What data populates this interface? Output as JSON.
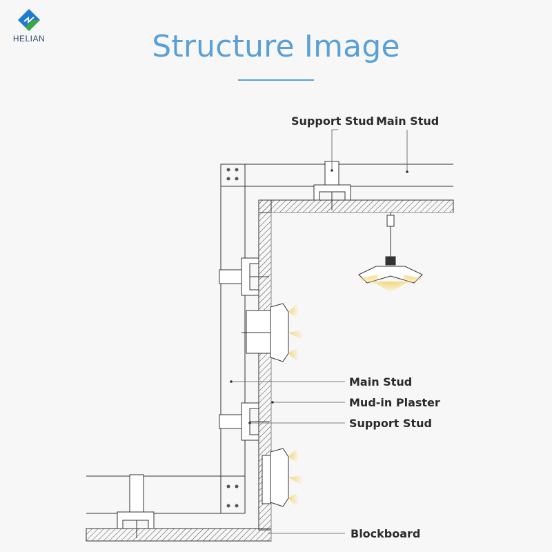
{
  "brand": {
    "name": "HELIAN",
    "logo_color_top": "#1f7bd1",
    "logo_color_bottom": "#3aa64a"
  },
  "title": "Structure Image",
  "accent_color": "#5aa0d8",
  "labels": {
    "support_stud_top": "Support Stud",
    "main_stud_top": "Main Stud",
    "main_stud": "Main Stud",
    "mud_in_plaster": "Mud-in Plaster",
    "support_stud": "Support Stud",
    "blockboard": "Blockboard"
  }
}
